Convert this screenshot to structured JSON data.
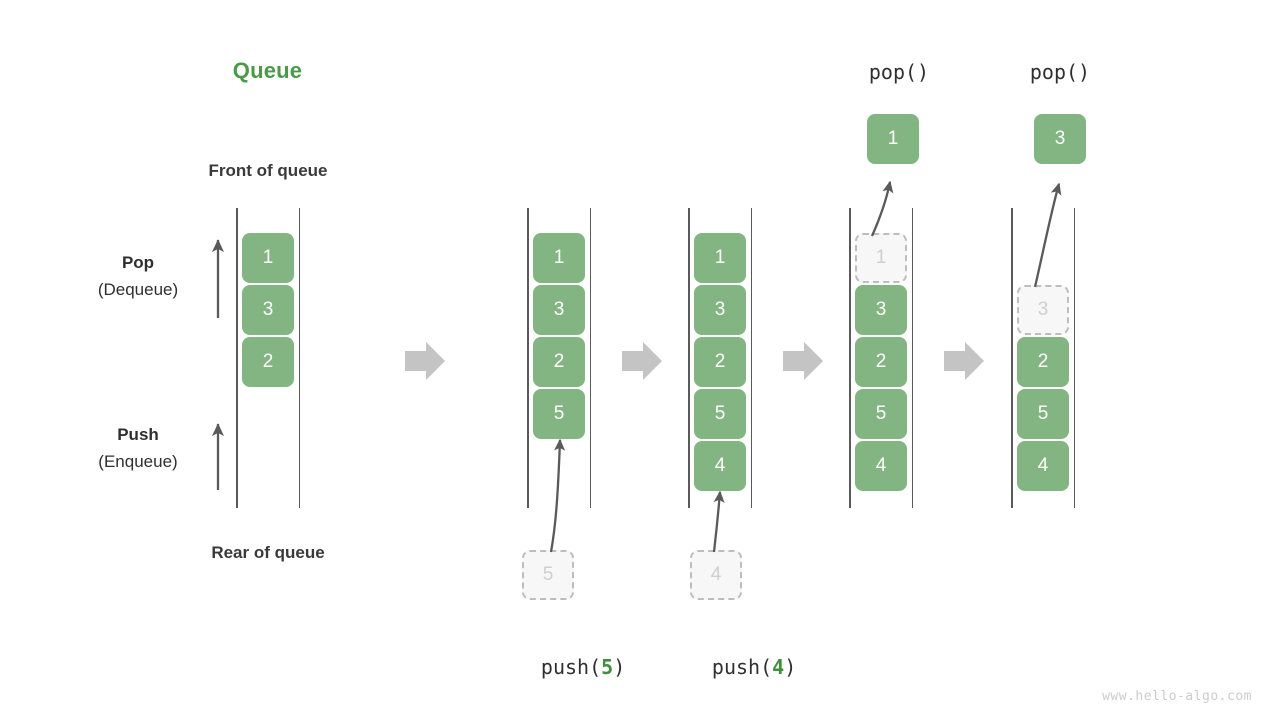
{
  "title": "Queue",
  "labels": {
    "front_of_queue": "Front of queue",
    "rear_of_queue": "Rear of queue",
    "pop_name": "Pop",
    "pop_alt": "(Dequeue)",
    "push_name": "Push",
    "push_alt": "(Enqueue)"
  },
  "watermark": "www.hello-algo.com",
  "colors": {
    "accent_green": "#4a9a4a",
    "element_green": "#83b583",
    "ghost_border": "#bdbdbd",
    "ghost_fill": "#f7f7f7",
    "ghost_text": "#cfcfcf",
    "rail": "#5a5a5a",
    "arrow_gray": "#c4c4c4",
    "curve_arrow": "#5a5a5a",
    "text_dark": "#2f2f2f",
    "watermark": "#cccccc"
  },
  "steps": [
    {
      "id": "initial",
      "header": "",
      "caption_prefix": "",
      "caption_arg": "",
      "caption_suffix": "",
      "elements": [
        {
          "value": "1",
          "state": "filled"
        },
        {
          "value": "3",
          "state": "filled"
        },
        {
          "value": "2",
          "state": "filled"
        }
      ],
      "incoming": null,
      "outgoing": null
    },
    {
      "id": "push-5",
      "header": "",
      "caption_prefix": "push(",
      "caption_arg": "5",
      "caption_suffix": ")",
      "elements": [
        {
          "value": "1",
          "state": "filled"
        },
        {
          "value": "3",
          "state": "filled"
        },
        {
          "value": "2",
          "state": "filled"
        },
        {
          "value": "5",
          "state": "filled"
        }
      ],
      "incoming": {
        "value": "5",
        "state": "ghost"
      },
      "outgoing": null
    },
    {
      "id": "push-4",
      "header": "",
      "caption_prefix": "push(",
      "caption_arg": "4",
      "caption_suffix": ")",
      "elements": [
        {
          "value": "1",
          "state": "filled"
        },
        {
          "value": "3",
          "state": "filled"
        },
        {
          "value": "2",
          "state": "filled"
        },
        {
          "value": "5",
          "state": "filled"
        },
        {
          "value": "4",
          "state": "filled"
        }
      ],
      "incoming": {
        "value": "4",
        "state": "ghost"
      },
      "outgoing": null
    },
    {
      "id": "pop-1",
      "header": "pop()",
      "caption_prefix": "",
      "caption_arg": "",
      "caption_suffix": "",
      "elements": [
        {
          "value": "1",
          "state": "ghost"
        },
        {
          "value": "3",
          "state": "filled"
        },
        {
          "value": "2",
          "state": "filled"
        },
        {
          "value": "5",
          "state": "filled"
        },
        {
          "value": "4",
          "state": "filled"
        }
      ],
      "incoming": null,
      "outgoing": {
        "value": "1",
        "state": "filled"
      }
    },
    {
      "id": "pop-3",
      "header": "pop()",
      "caption_prefix": "",
      "caption_arg": "",
      "caption_suffix": "",
      "elements": [
        {
          "value": "3",
          "state": "ghost"
        },
        {
          "value": "2",
          "state": "filled"
        },
        {
          "value": "5",
          "state": "filled"
        },
        {
          "value": "4",
          "state": "filled"
        }
      ],
      "incoming": null,
      "outgoing": {
        "value": "3",
        "state": "filled"
      }
    }
  ],
  "separators": [
    "step-arrow-1",
    "step-arrow-2",
    "step-arrow-3",
    "step-arrow-4"
  ]
}
